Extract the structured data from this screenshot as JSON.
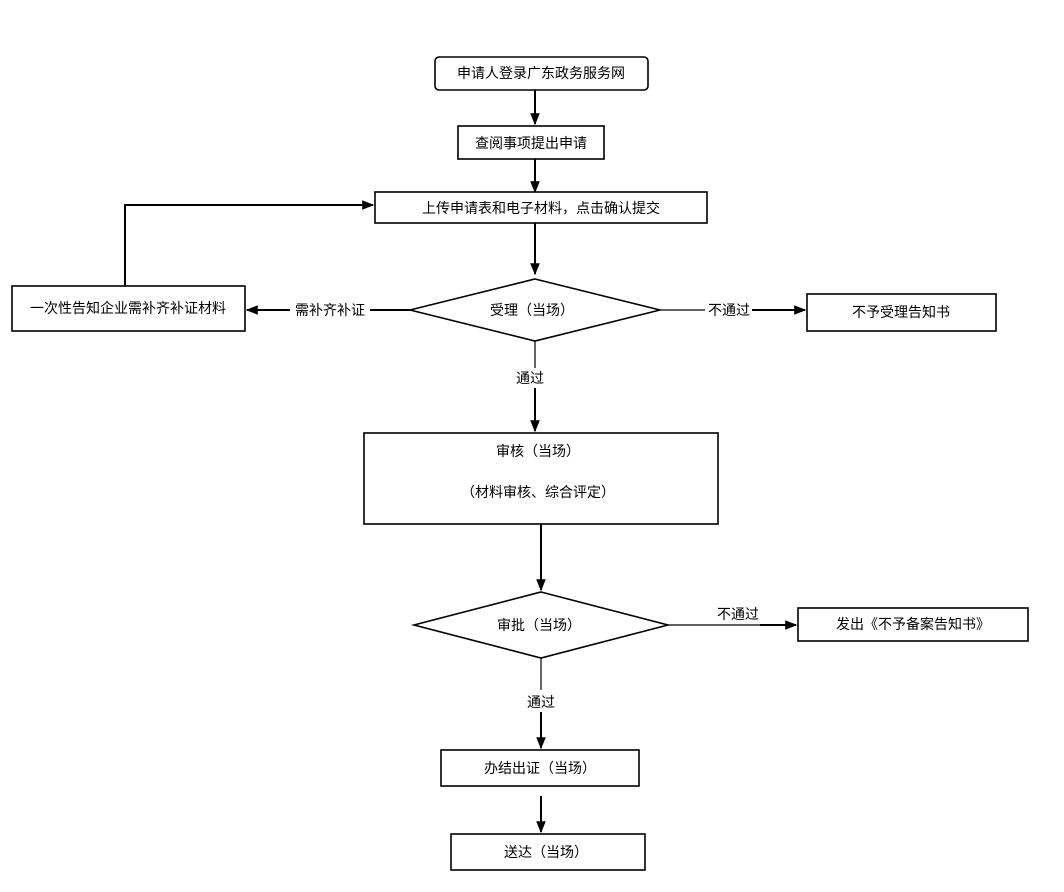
{
  "nodes": {
    "login": "申请人登录广东政务服务网",
    "view": "查阅事项提出申请",
    "upload": "上传申请表和电子材料，点击确认提交",
    "accept": "受理（当场）",
    "notify": "一次性告知企业需补齐补证材料",
    "reject_accept": "不予受理告知书",
    "review_title": "审核（当场）",
    "review_detail": "（材料审核、综合评定）",
    "approve": "审批（当场）",
    "reject_record": "发出《不予备案告知书》",
    "issue": "办结出证（当场）",
    "deliver": "送达（当场）"
  },
  "labels": {
    "need_supplement": "需补齐补证",
    "fail_1": "不通过",
    "pass_1": "通过",
    "fail_2": "不通过",
    "pass_2": "通过"
  }
}
